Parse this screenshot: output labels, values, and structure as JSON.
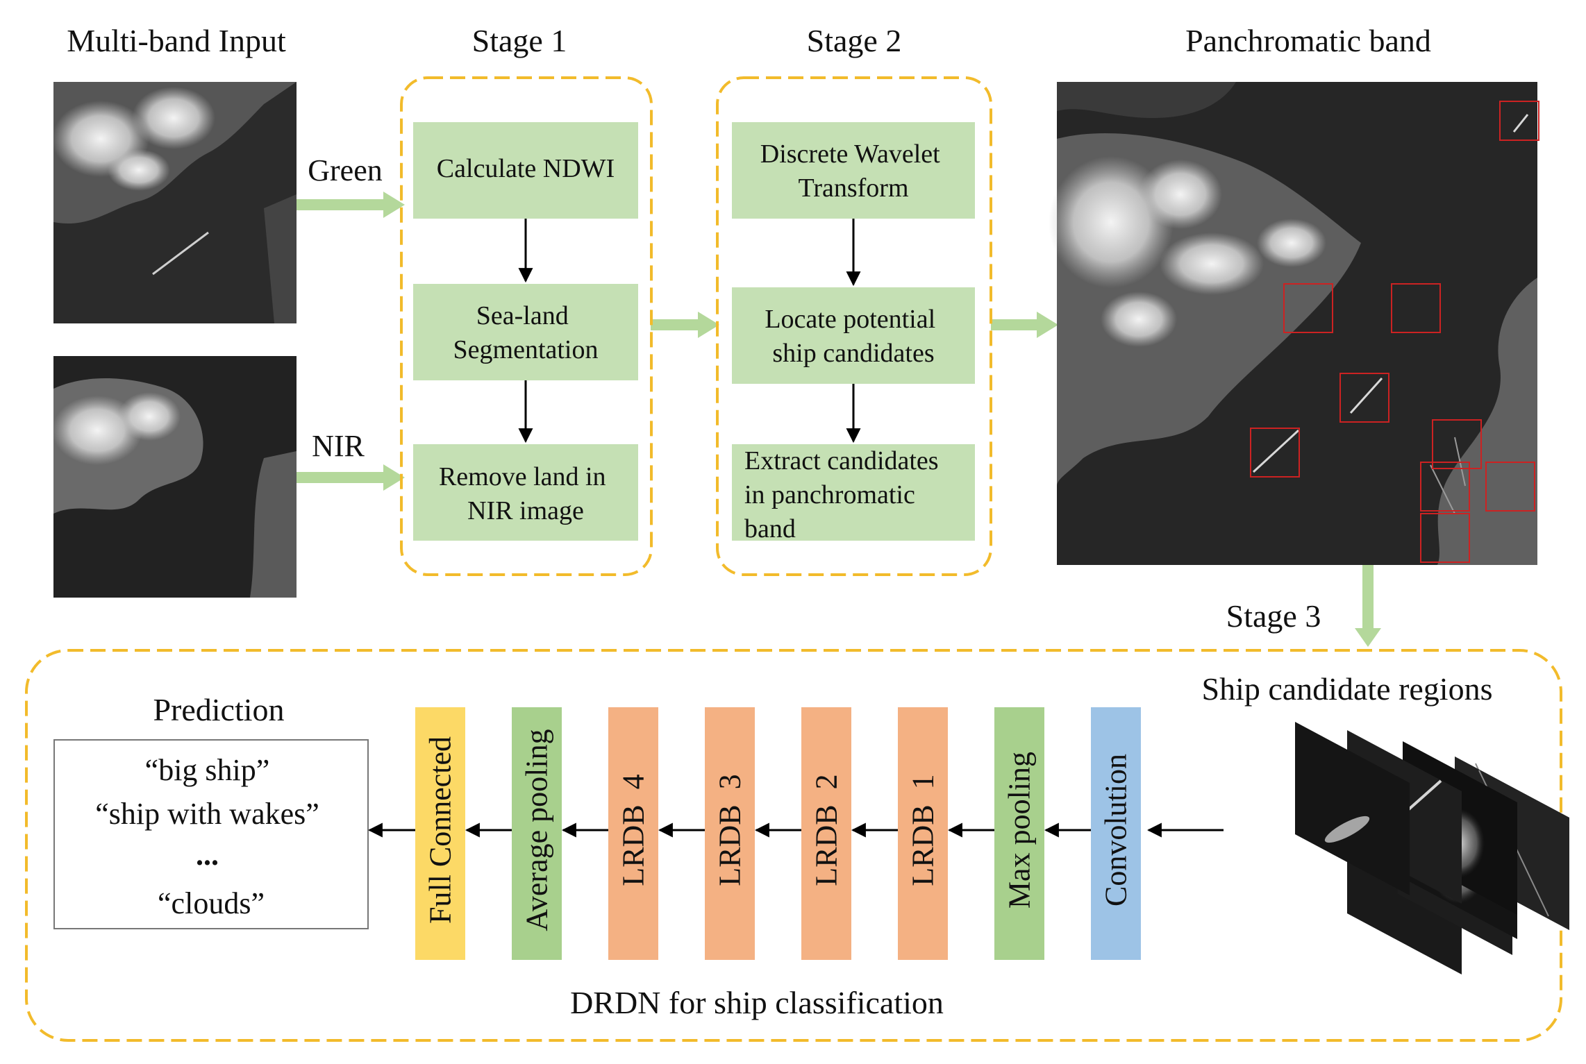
{
  "headers": {
    "input": "Multi-band Input",
    "stage1": "Stage 1",
    "stage2": "Stage 2",
    "pan": "Panchromatic band",
    "stage3": "Stage 3"
  },
  "inputs": {
    "green": "Green",
    "nir": "NIR"
  },
  "stage1_boxes": [
    [
      "Calculate NDWI"
    ],
    [
      "Sea-land",
      "Segmentation"
    ],
    [
      "Remove land in",
      "NIR image"
    ]
  ],
  "stage2_boxes": [
    [
      "Discrete Wavelet",
      "Transform"
    ],
    [
      "Locate potential",
      "ship candidates"
    ],
    [
      "Extract candidates",
      "in panchromatic",
      "band"
    ]
  ],
  "network": {
    "title": "DRDN for ship classification",
    "candidates_label": "Ship candidate regions",
    "prediction_label": "Prediction",
    "predictions": [
      "“big ship”",
      "“ship with wakes”",
      "...",
      "“clouds”"
    ],
    "layers": [
      {
        "label": "Full Connected",
        "color": "#fcd966"
      },
      {
        "label": "Average pooling",
        "color": "#a8d08d"
      },
      {
        "label": "LRDB  4",
        "color": "#f4b183"
      },
      {
        "label": "LRDB  3",
        "color": "#f4b183"
      },
      {
        "label": "LRDB  2",
        "color": "#f4b183"
      },
      {
        "label": "LRDB  1",
        "color": "#f4b183"
      },
      {
        "label": "Max pooling",
        "color": "#a8d08d"
      },
      {
        "label": "Convolution",
        "color": "#9dc3e6"
      }
    ]
  },
  "colors": {
    "stage_border": "#f2bb2b",
    "step_box": "#c5e0b4",
    "flow_arrow": "#b4d89b",
    "detection_box": "#cc2222"
  }
}
